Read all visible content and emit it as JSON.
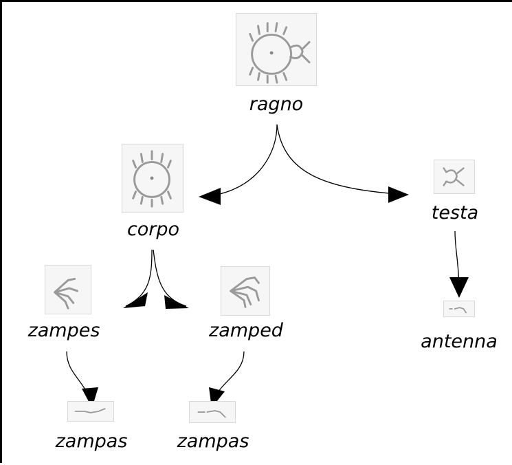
{
  "nodes": {
    "ragno": {
      "label": "ragno",
      "icon": "spider-icon"
    },
    "corpo": {
      "label": "corpo",
      "icon": "spider-body-icon"
    },
    "testa": {
      "label": "testa",
      "icon": "spider-head-icon"
    },
    "zampes": {
      "label": "zampes",
      "icon": "left-legs-icon"
    },
    "zamped": {
      "label": "zamped",
      "icon": "right-legs-icon"
    },
    "antenna": {
      "label": "antenna",
      "icon": "antenna-icon"
    },
    "zampas_left": {
      "label": "zampas",
      "icon": "leg-segment-icon"
    },
    "zampas_right": {
      "label": "zampas",
      "icon": "leg-segment-icon"
    }
  },
  "edges": [
    {
      "from": "ragno",
      "to": "corpo"
    },
    {
      "from": "ragno",
      "to": "testa"
    },
    {
      "from": "corpo",
      "to": "zampes"
    },
    {
      "from": "corpo",
      "to": "zamped"
    },
    {
      "from": "testa",
      "to": "antenna"
    },
    {
      "from": "zampes",
      "to": "zampas_left"
    },
    {
      "from": "zamped",
      "to": "zampas_right"
    }
  ],
  "colors": {
    "edge": "#000000",
    "icon_stroke": "#9a9a9a",
    "thumb_bg": "#f6f6f6"
  }
}
